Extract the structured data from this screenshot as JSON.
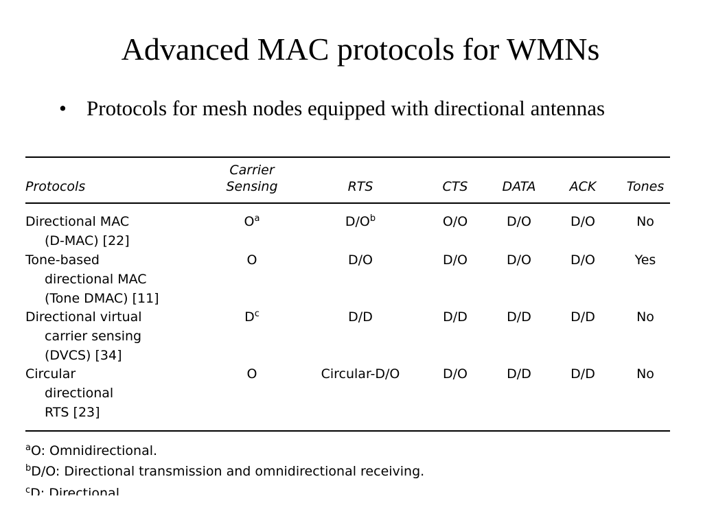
{
  "slide": {
    "title": "Advanced MAC protocols for WMNs",
    "bullet_marker": "•",
    "bullet_text": "Protocols for mesh nodes equipped with directional antennas"
  },
  "table": {
    "headers": {
      "protocols": "Protocols",
      "carrier_sensing": "Carrier Sensing",
      "rts": "RTS",
      "cts": "CTS",
      "data": "DATA",
      "ack": "ACK",
      "tones": "Tones"
    },
    "rows": [
      {
        "protocol_lines": [
          "Directional MAC",
          "(D-MAC) [22]"
        ],
        "carrier": "O",
        "carrier_sup": "a",
        "rts": "D/O",
        "rts_sup": "b",
        "cts": "O/O",
        "data": "D/O",
        "ack": "D/O",
        "tones": "No"
      },
      {
        "protocol_lines": [
          "Tone-based",
          "directional MAC",
          "(Tone DMAC) [11]"
        ],
        "carrier": "O",
        "carrier_sup": "",
        "rts": "D/O",
        "rts_sup": "",
        "cts": "D/O",
        "data": "D/O",
        "ack": "D/O",
        "tones": "Yes"
      },
      {
        "protocol_lines": [
          "Directional virtual",
          "carrier sensing",
          "(DVCS) [34]"
        ],
        "carrier": "D",
        "carrier_sup": "c",
        "rts": "D/D",
        "rts_sup": "",
        "cts": "D/D",
        "data": "D/D",
        "ack": "D/D",
        "tones": "No"
      },
      {
        "protocol_lines": [
          "Circular",
          "directional",
          "RTS [23]"
        ],
        "carrier": "O",
        "carrier_sup": "",
        "rts": "Circular-D/O",
        "rts_sup": "",
        "cts": "D/O",
        "data": "D/D",
        "ack": "D/D",
        "tones": "No"
      }
    ],
    "footnotes": [
      {
        "mark": "a",
        "text": "O: Omnidirectional."
      },
      {
        "mark": "b",
        "text": "D/O: Directional transmission and omnidirectional receiving."
      },
      {
        "mark": "c",
        "text": "D: Directional."
      }
    ]
  }
}
